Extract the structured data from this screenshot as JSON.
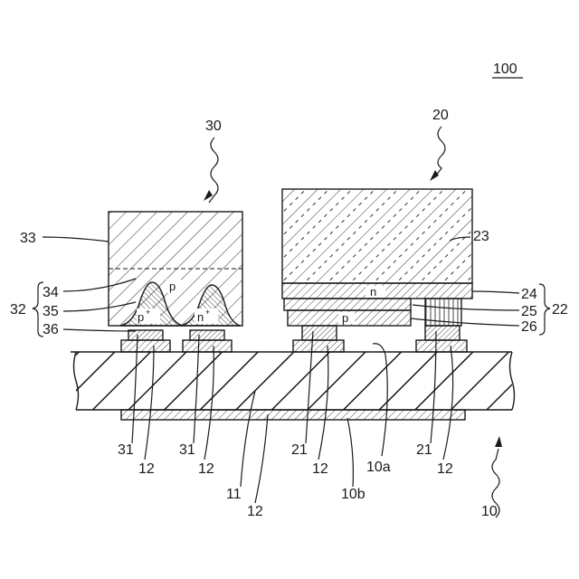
{
  "figure_ref": "100",
  "regions": {
    "p": "p",
    "p_plus": "p",
    "n_plus": "n",
    "plus": "+",
    "n": "n",
    "p_small": "p"
  },
  "labels": {
    "l30": "30",
    "l20": "20",
    "l33": "33",
    "l23": "23",
    "l34": "34",
    "l35": "35",
    "l36": "36",
    "l32": "32",
    "l24": "24",
    "l25": "25",
    "l26": "26",
    "l22": "22",
    "l31a": "31",
    "l12a": "12",
    "l31b": "31",
    "l12b": "12",
    "l21a": "21",
    "l12c": "12",
    "l10a": "10a",
    "l21b": "21",
    "l12d": "12",
    "l11": "11",
    "l12e": "12",
    "l10b": "10b",
    "l10": "10"
  }
}
